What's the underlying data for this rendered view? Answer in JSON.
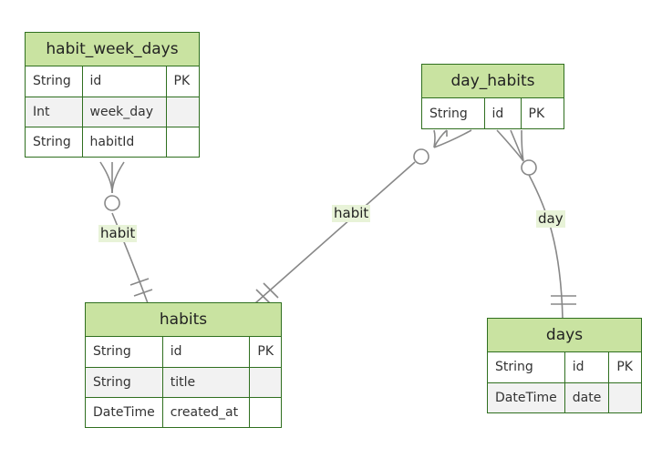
{
  "entities": [
    {
      "name": "habit_week_days",
      "rows": [
        [
          "String",
          "id",
          "PK"
        ],
        [
          "Int",
          "week_day",
          ""
        ],
        [
          "String",
          "habitId",
          ""
        ]
      ]
    },
    {
      "name": "day_habits",
      "rows": [
        [
          "String",
          "id",
          "PK"
        ]
      ]
    },
    {
      "name": "habits",
      "rows": [
        [
          "String",
          "id",
          "PK"
        ],
        [
          "String",
          "title",
          ""
        ],
        [
          "DateTime",
          "created_at",
          ""
        ]
      ]
    },
    {
      "name": "days",
      "rows": [
        [
          "String",
          "id",
          "PK"
        ],
        [
          "DateTime",
          "date",
          ""
        ]
      ]
    }
  ],
  "relationships": [
    {
      "label": "habit",
      "from": "habit_week_days",
      "to": "habits"
    },
    {
      "label": "habit",
      "from": "day_habits",
      "to": "habits"
    },
    {
      "label": "day",
      "from": "day_habits",
      "to": "days"
    }
  ],
  "colors": {
    "header_fill": "#c9e3a1",
    "border": "#2f6f1f",
    "edge": "#888888",
    "label_bg": "#e8f3d8"
  }
}
